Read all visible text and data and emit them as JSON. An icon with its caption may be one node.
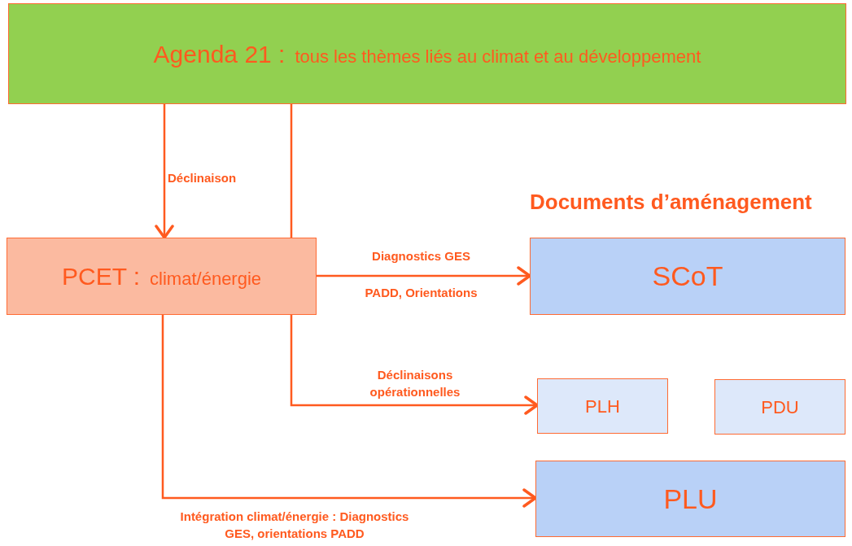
{
  "diagram": {
    "nodes": [
      {
        "text": [
          "Agenda 21 :",
          "tous les thèmes liés au climat et au développement"
        ]
      },
      {
        "text": [
          "PCET :",
          "climat/énergie"
        ]
      },
      {
        "text": [
          "SCoT"
        ]
      },
      {
        "text": [
          "PLH"
        ]
      },
      {
        "text": [
          "PDU"
        ]
      },
      {
        "text": [
          "PLU"
        ]
      }
    ],
    "edges": [
      {
        "from": 0,
        "to": 1,
        "arrow": "to",
        "label": "Déclinaison"
      },
      {
        "from": 0,
        "to": 1,
        "arrow": "none"
      },
      {
        "from": 1,
        "to": 2,
        "arrow": "to",
        "label": "Diagnostics GES"
      },
      {
        "from": 1,
        "to": 3,
        "arrow": "to",
        "label": "Déclinaisons opérationnelles"
      },
      {
        "from": 1,
        "to": 5,
        "arrow": "to",
        "label": "Intégration climat/énergie : Diagnostics GES, orientations PADD"
      }
    ],
    "labels": [
      "Documents d’aménagement",
      "PADD, Orientations"
    ]
  }
}
